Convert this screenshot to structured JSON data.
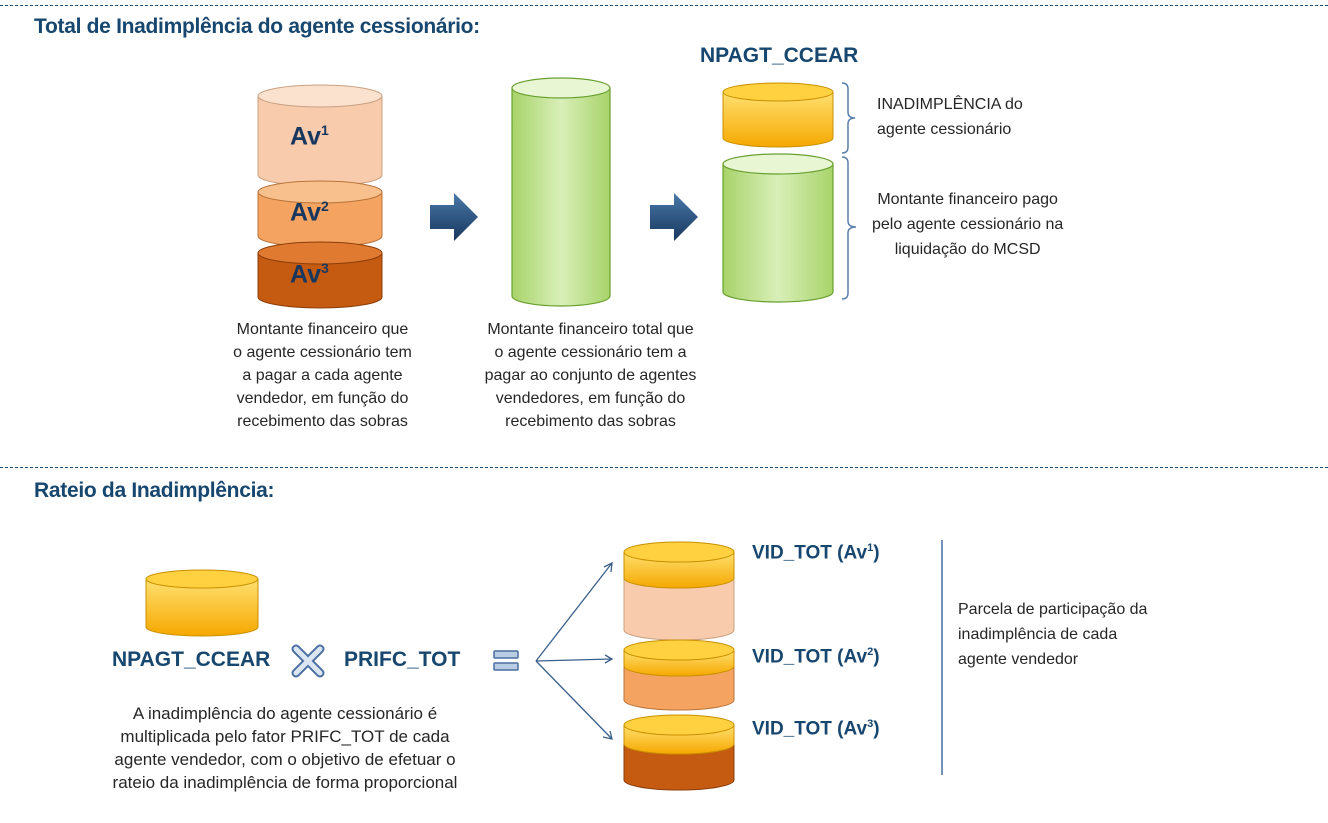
{
  "section1": {
    "title": "Total de Inadimplência do agente cessionário:",
    "npagt_label": "NPAGT_CCEAR",
    "cylinders": [
      {
        "base": "Av",
        "sup": "1",
        "color": "#f8cbad"
      },
      {
        "base": "Av",
        "sup": "2",
        "color": "#f4a460"
      },
      {
        "base": "Av",
        "sup": "3",
        "color": "#c55a11"
      }
    ],
    "caption_left": [
      "Montante financeiro que",
      "o agente cessionário tem",
      "a pagar a cada agente",
      "vendedor, em função do",
      "recebimento das sobras"
    ],
    "caption_middle": [
      "Montante financeiro  total que",
      "o agente cessionário tem a",
      "pagar ao conjunto de  agentes",
      "vendedores, em função do",
      "recebimento das sobras"
    ],
    "inadimplencia_text": [
      "INADIMPLÊNCIA do",
      "agente cessionário"
    ],
    "montante_text": [
      "Montante financeiro  pago",
      "pelo agente cessionário na",
      "liquidação do MCSD"
    ]
  },
  "section2": {
    "title": "Rateio da Inadimplência:",
    "npagt_label": "NPAGT_CCEAR",
    "prifc_label": "PRIFC_TOT",
    "caption": [
      "A inadimplência do agente cessionário é",
      "multiplicada pelo fator PRIFC_TOT de cada",
      "agente vendedor, com o objetivo de efetuar o",
      "rateio da inadimplência de forma proporcional"
    ],
    "vid_items": [
      {
        "prefix": "VID_TOT (Av",
        "sup": "1",
        "suffix": ")"
      },
      {
        "prefix": "VID_TOT (Av",
        "sup": "2",
        "suffix": ")"
      },
      {
        "prefix": "VID_TOT (Av",
        "sup": "3",
        "suffix": ")"
      }
    ],
    "parcela_text": [
      "Parcela de participação da",
      "inadimplência de cada",
      "agente vendedor"
    ]
  },
  "colors": {
    "title": "#17466e",
    "gold": "#ffc000",
    "green": "#c5e0a0",
    "arrow": "#1f4e79",
    "dash": "#1f4e79"
  }
}
